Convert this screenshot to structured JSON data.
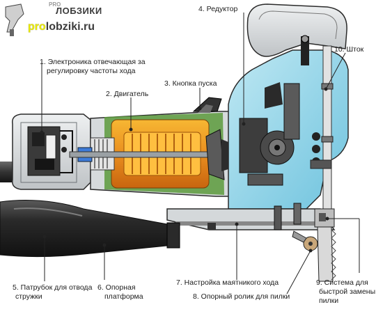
{
  "watermark": {
    "pro_small": "PRO",
    "brand_top": "ЛОБЗИКИ",
    "site_prefix": "pro",
    "site_rest": "lobziki.ru",
    "colors": {
      "brand": "#e8e800",
      "dark": "#3b3b3b"
    }
  },
  "labels": {
    "l1_line1": "1. Электроника отвечающая за",
    "l1_line2": "регулировку частоты хода",
    "l2": "2. Двигатель",
    "l3": "3. Кнопка пуска",
    "l4": "4. Редуктор",
    "l5_line1": "5. Патрубок для отвода",
    "l5_line2": "стружки",
    "l6_line1": "6. Опорная",
    "l6_line2": "платформа",
    "l7": "7. Настройка маятникого хода",
    "l8": "8. Опорный ролик для пилки",
    "l9_line1": "9. Система для",
    "l9_line2": "быстрой замены",
    "l9_line3": "пилки",
    "l10": "10. Шток"
  },
  "colors": {
    "body_grey": "#d9dcde",
    "body_outline": "#2a2a2a",
    "motor_orange": "#f0a020",
    "motor_copper": "#e07818",
    "motor_green": "#5c9a3c",
    "housing_blue": "#8fd2e6",
    "housing_blue_dark": "#4aa9c8",
    "hose_dark": "#2e2e2e",
    "leader": "#222222"
  }
}
